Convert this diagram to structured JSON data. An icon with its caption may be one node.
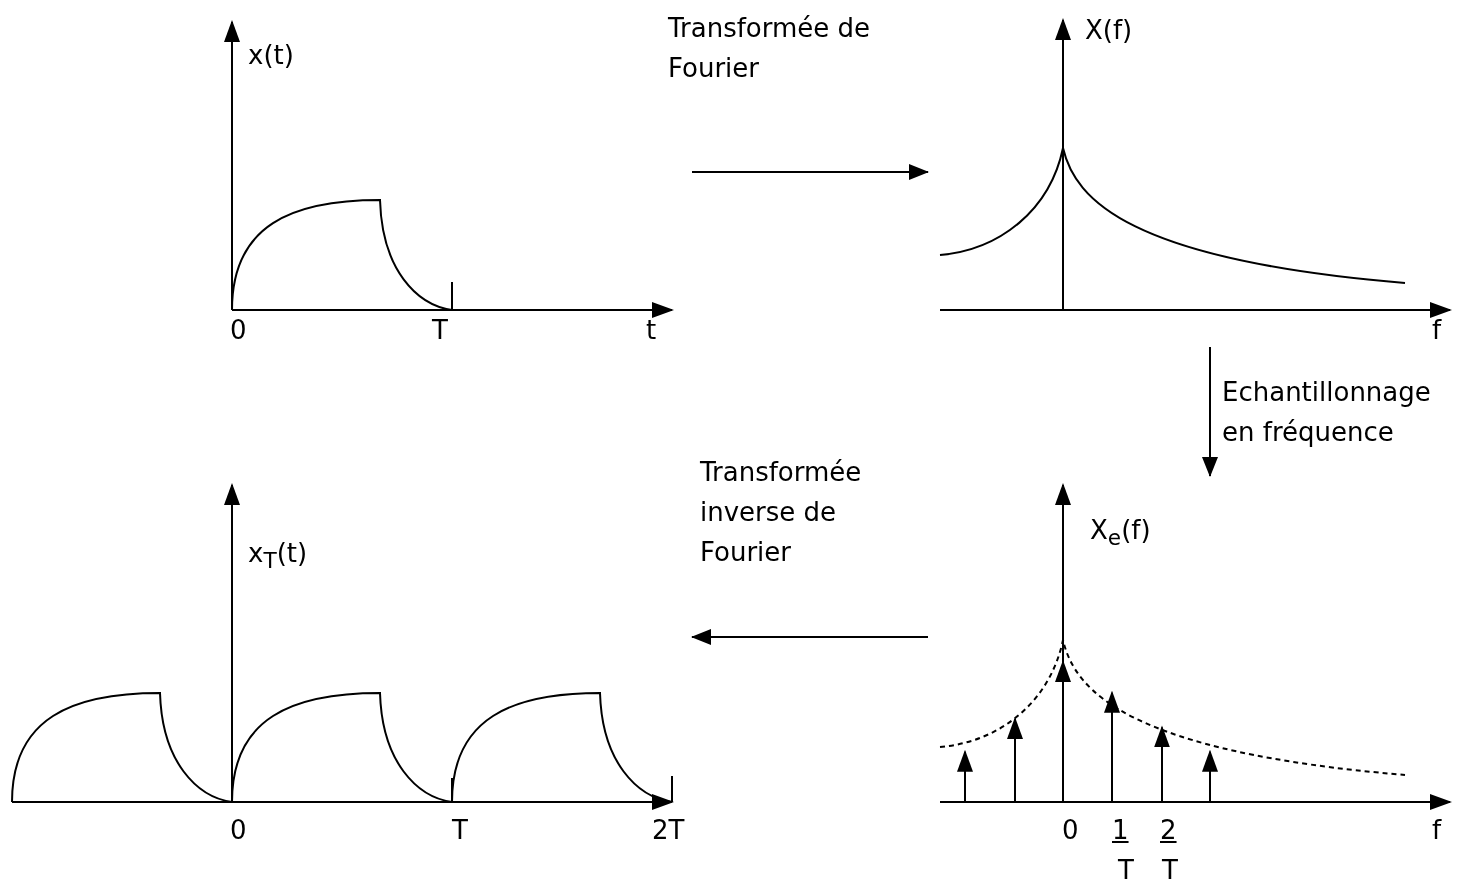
{
  "diagram": {
    "nodes": [
      {
        "text": [
          "x(t)",
          "0",
          "T",
          "t"
        ]
      },
      {
        "text": [
          "X(f)",
          "f"
        ]
      },
      {
        "text": [
          "x$_{T}$(t)",
          "0",
          "T",
          "2T"
        ]
      },
      {
        "text": [
          "X$_{e}$(f)",
          "0",
          "1",
          "T",
          "2",
          "T",
          "f"
        ]
      }
    ],
    "edges": [
      {
        "from": 0,
        "to": 1,
        "arrow": "to",
        "label": "Transformée de Fourier"
      },
      {
        "from": 1,
        "to": 3,
        "arrow": "to",
        "label": "Echantillonnage en fréquence"
      },
      {
        "from": 3,
        "to": 2,
        "arrow": "to",
        "label": "Transformée inverse de Fourier"
      }
    ]
  }
}
